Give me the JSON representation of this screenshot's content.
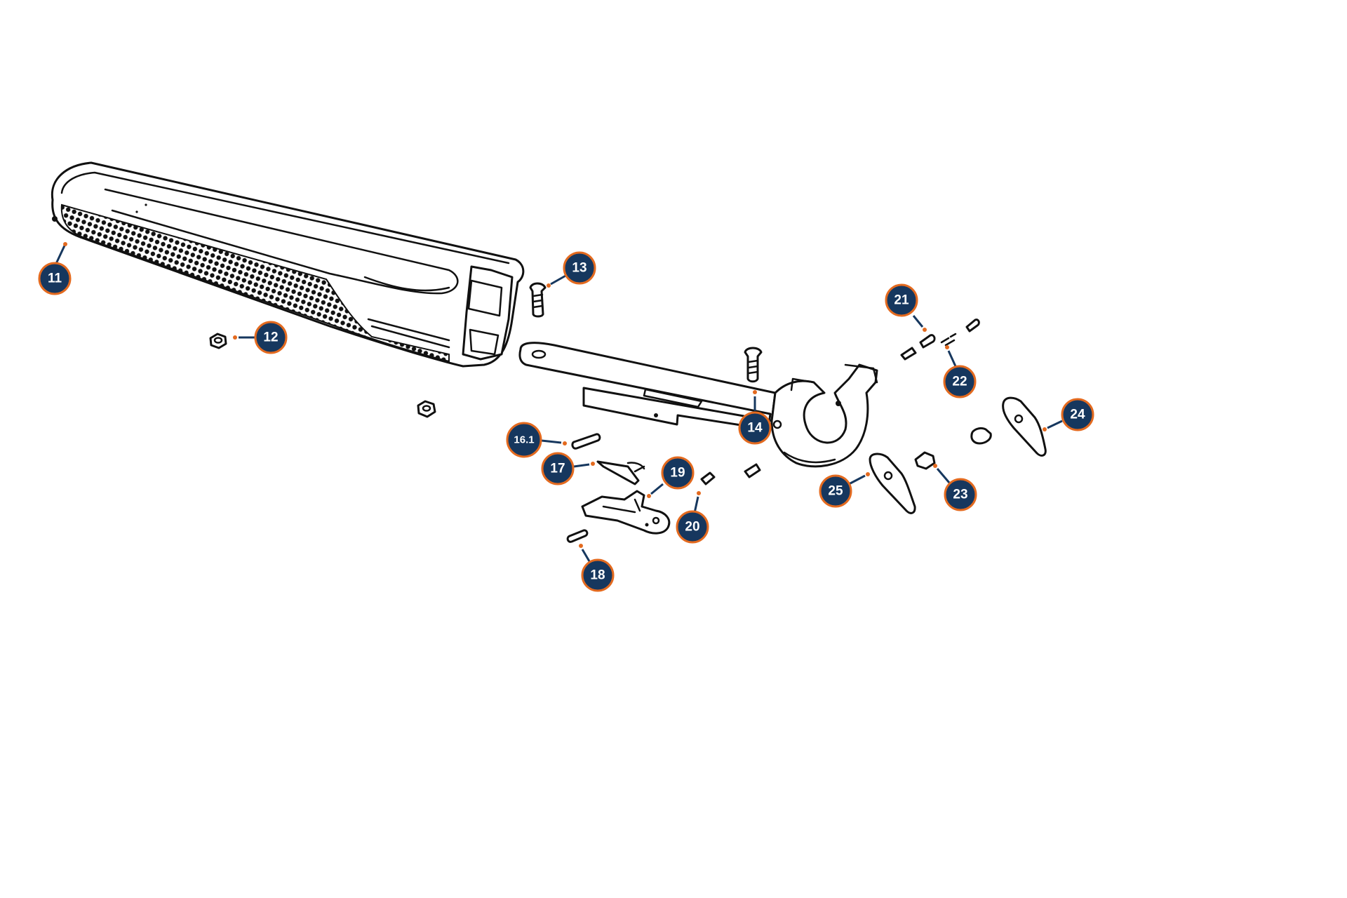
{
  "diagram": {
    "callouts": [
      {
        "id": "c11",
        "label": "11"
      },
      {
        "id": "c12",
        "label": "12"
      },
      {
        "id": "c13",
        "label": "13"
      },
      {
        "id": "c14",
        "label": "14"
      },
      {
        "id": "c16_1",
        "label": "16.1"
      },
      {
        "id": "c17",
        "label": "17"
      },
      {
        "id": "c18",
        "label": "18"
      },
      {
        "id": "c19",
        "label": "19"
      },
      {
        "id": "c20",
        "label": "20"
      },
      {
        "id": "c21",
        "label": "21"
      },
      {
        "id": "c22",
        "label": "22"
      },
      {
        "id": "c23",
        "label": "23"
      },
      {
        "id": "c24",
        "label": "24"
      },
      {
        "id": "c25",
        "label": "25"
      }
    ],
    "colors": {
      "callout_fill": "#16375e",
      "callout_ring": "#e36a1f",
      "callout_text": "#ffffff",
      "line_art": "#111111"
    }
  }
}
